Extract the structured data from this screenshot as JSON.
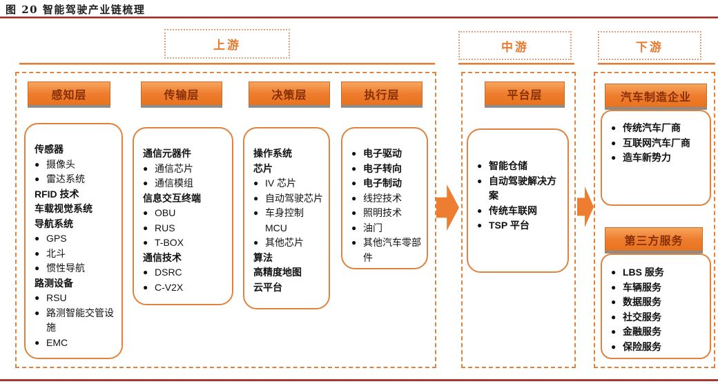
{
  "figure_title": "图 20 智能驾驶产业链梳理",
  "icons": {
    "bullet": "●"
  },
  "colors": {
    "accent_orange": "#ED7D31",
    "box_border_orange": "#E0813C",
    "header_text": "#872F08",
    "header_shadow_gray": "#8C8C8C",
    "stage_label_text": "#E87A2F",
    "rule_red": "#A93631",
    "body_text": "#111111"
  },
  "upstream": {
    "label": "上游",
    "columns": [
      {
        "header": "感知层",
        "items": [
          {
            "type": "subheader",
            "text": "传感器"
          },
          {
            "type": "bullet",
            "text": "摄像头"
          },
          {
            "type": "bullet",
            "text": "雷达系统"
          },
          {
            "type": "subheader",
            "text": "RFID 技术"
          },
          {
            "type": "subheader",
            "text": "车载视觉系统"
          },
          {
            "type": "subheader",
            "text": "导航系统"
          },
          {
            "type": "bullet",
            "text": "GPS"
          },
          {
            "type": "bullet",
            "text": "北斗"
          },
          {
            "type": "bullet",
            "text": "惯性导航"
          },
          {
            "type": "subheader",
            "text": "路测设备"
          },
          {
            "type": "bullet",
            "text": "RSU"
          },
          {
            "type": "bullet",
            "text": "路测智能交管设施"
          },
          {
            "type": "bullet",
            "text": "EMC"
          }
        ]
      },
      {
        "header": "传输层",
        "items": [
          {
            "type": "subheader",
            "text": "通信元器件"
          },
          {
            "type": "bullet",
            "text": "通信芯片"
          },
          {
            "type": "bullet",
            "text": "通信模组"
          },
          {
            "type": "subheader",
            "text": "信息交互终端"
          },
          {
            "type": "bullet",
            "text": "OBU"
          },
          {
            "type": "bullet",
            "text": "RUS"
          },
          {
            "type": "bullet",
            "text": "T-BOX"
          },
          {
            "type": "subheader",
            "text": "通信技术"
          },
          {
            "type": "bullet",
            "text": "DSRC"
          },
          {
            "type": "bullet",
            "text": "C-V2X"
          }
        ]
      },
      {
        "header": "决策层",
        "items": [
          {
            "type": "subheader",
            "text": "操作系统"
          },
          {
            "type": "subheader",
            "text": "芯片"
          },
          {
            "type": "bullet",
            "text": "IV 芯片"
          },
          {
            "type": "bullet",
            "text": "自动驾驶芯片"
          },
          {
            "type": "bullet",
            "text": "车身控制MCU"
          },
          {
            "type": "bullet",
            "text": "其他芯片"
          },
          {
            "type": "subheader",
            "text": "算法"
          },
          {
            "type": "subheader",
            "text": "高精度地图"
          },
          {
            "type": "subheader",
            "text": "云平台"
          }
        ]
      },
      {
        "header": "执行层",
        "items": [
          {
            "type": "bullet-bold",
            "text": "电子驱动"
          },
          {
            "type": "bullet-bold",
            "text": "电子转向"
          },
          {
            "type": "bullet-bold",
            "text": "电子制动"
          },
          {
            "type": "bullet",
            "text": "线控技术"
          },
          {
            "type": "bullet",
            "text": "照明技术"
          },
          {
            "type": "bullet",
            "text": "油门"
          },
          {
            "type": "bullet",
            "text": "其他汽车零部件"
          }
        ]
      }
    ]
  },
  "midstream": {
    "label": "中游",
    "columns": [
      {
        "header": "平台层",
        "items": [
          {
            "type": "bullet-bold",
            "text": "智能仓储"
          },
          {
            "type": "bullet-bold",
            "text": "自动驾驶解决方案"
          },
          {
            "type": "bullet-bold",
            "text": "传统车联网"
          },
          {
            "type": "bullet-bold",
            "text": "TSP 平台"
          }
        ]
      }
    ]
  },
  "downstream": {
    "label": "下游",
    "groups": [
      {
        "header": "汽车制造企业",
        "items": [
          {
            "type": "bullet-bold",
            "text": "传统汽车厂商"
          },
          {
            "type": "bullet-bold",
            "text": "互联网汽车厂商"
          },
          {
            "type": "bullet-bold",
            "text": "造车新势力"
          }
        ]
      },
      {
        "header": "第三方服务",
        "items": [
          {
            "type": "bullet-bold",
            "text": "LBS 服务"
          },
          {
            "type": "bullet-bold",
            "text": "车辆服务"
          },
          {
            "type": "bullet-bold",
            "text": "数据服务"
          },
          {
            "type": "bullet-bold",
            "text": "社交服务"
          },
          {
            "type": "bullet-bold",
            "text": "金融服务"
          },
          {
            "type": "bullet-bold",
            "text": "保险服务"
          }
        ]
      }
    ]
  }
}
